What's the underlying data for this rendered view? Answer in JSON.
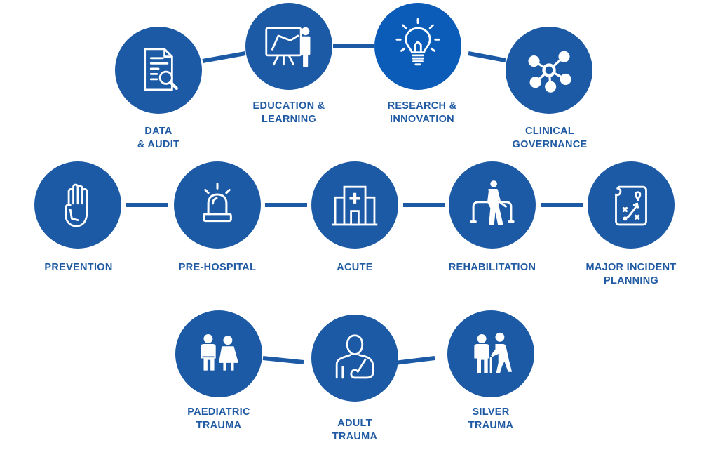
{
  "diagram": {
    "colors": {
      "node_fill": "#1c5aa5",
      "node_fill_highlight": "#0b5bb8",
      "connector": "#1c5aa5",
      "label_text": "#1f5aa3",
      "icon_stroke": "#ffffff",
      "background": "#ffffff"
    },
    "rows": [
      {
        "name": "support-functions",
        "nodes": [
          {
            "id": "data-audit",
            "icon": "document-search-icon",
            "label_lines": [
              "DATA",
              "& AUDIT"
            ]
          },
          {
            "id": "education-learning",
            "icon": "presentation-teacher-icon",
            "label_lines": [
              "EDUCATION &",
              "LEARNING"
            ]
          },
          {
            "id": "research-innovation",
            "icon": "lightbulb-icon",
            "label_lines": [
              "RESEARCH &",
              "INNOVATION"
            ]
          },
          {
            "id": "clinical-governance",
            "icon": "network-hub-icon",
            "label_lines": [
              "CLINICAL",
              "GOVERNANCE"
            ]
          }
        ]
      },
      {
        "name": "care-pathway",
        "nodes": [
          {
            "id": "prevention",
            "icon": "stop-hand-icon",
            "label_lines": [
              "PREVENTION"
            ]
          },
          {
            "id": "pre-hospital",
            "icon": "siren-light-icon",
            "label_lines": [
              "PRE-HOSPITAL"
            ]
          },
          {
            "id": "acute",
            "icon": "hospital-building-icon",
            "label_lines": [
              "ACUTE"
            ]
          },
          {
            "id": "rehabilitation",
            "icon": "walking-bars-icon",
            "label_lines": [
              "REHABILITATION"
            ]
          },
          {
            "id": "major-incident-planning",
            "icon": "strategy-map-icon",
            "label_lines": [
              "MAJOR INCIDENT",
              "PLANNING"
            ]
          }
        ]
      },
      {
        "name": "patient-groups",
        "nodes": [
          {
            "id": "paediatric-trauma",
            "icon": "children-icon",
            "label_lines": [
              "PAEDIATRIC",
              "TRAUMA"
            ]
          },
          {
            "id": "adult-trauma",
            "icon": "arm-sling-person-icon",
            "label_lines": [
              "ADULT",
              "TRAUMA"
            ]
          },
          {
            "id": "silver-trauma",
            "icon": "elderly-assist-icon",
            "label_lines": [
              "SILVER",
              "TRAUMA"
            ]
          }
        ]
      }
    ]
  }
}
